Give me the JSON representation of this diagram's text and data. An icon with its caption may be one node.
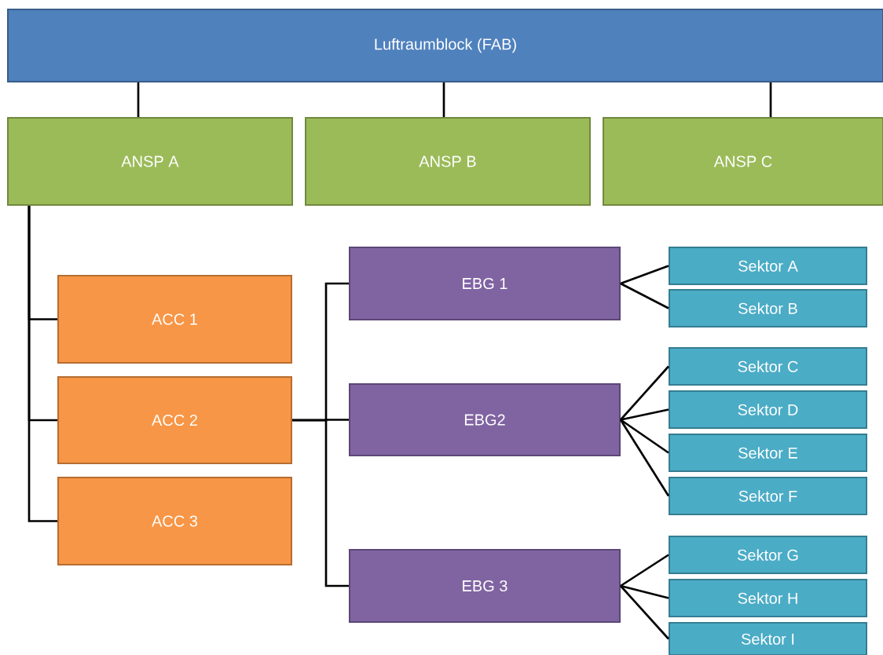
{
  "diagram": {
    "nodes": [
      {
        "text": [
          "Luftraumblock (FAB)"
        ]
      },
      {
        "text": [
          "ANSP A"
        ]
      },
      {
        "text": [
          "ANSP B"
        ]
      },
      {
        "text": [
          "ANSP C"
        ]
      },
      {
        "text": [
          "ACC 1"
        ]
      },
      {
        "text": [
          "ACC 2"
        ]
      },
      {
        "text": [
          "ACC 3"
        ]
      },
      {
        "text": [
          "EBG 1"
        ]
      },
      {
        "text": [
          "EBG2"
        ]
      },
      {
        "text": [
          "EBG 3"
        ]
      },
      {
        "text": [
          "Sektor A"
        ]
      },
      {
        "text": [
          "Sektor B"
        ]
      },
      {
        "text": [
          "Sektor C"
        ]
      },
      {
        "text": [
          "Sektor D"
        ]
      },
      {
        "text": [
          "Sektor E"
        ]
      },
      {
        "text": [
          "Sektor F"
        ]
      },
      {
        "text": [
          "Sektor G"
        ]
      },
      {
        "text": [
          "Sektor H"
        ]
      },
      {
        "text": [
          "Sektor I"
        ]
      }
    ],
    "edges": [
      {
        "from": 0,
        "to": 1,
        "arrow": "none"
      },
      {
        "from": 0,
        "to": 2,
        "arrow": "none"
      },
      {
        "from": 0,
        "to": 3,
        "arrow": "none"
      },
      {
        "from": 1,
        "to": 4,
        "arrow": "none"
      },
      {
        "from": 1,
        "to": 5,
        "arrow": "none"
      },
      {
        "from": 1,
        "to": 6,
        "arrow": "none"
      },
      {
        "from": 5,
        "to": 7,
        "arrow": "none"
      },
      {
        "from": 5,
        "to": 8,
        "arrow": "none"
      },
      {
        "from": 5,
        "to": 9,
        "arrow": "none"
      },
      {
        "from": 7,
        "to": 10,
        "arrow": "none"
      },
      {
        "from": 7,
        "to": 11,
        "arrow": "none"
      },
      {
        "from": 8,
        "to": 12,
        "arrow": "none"
      },
      {
        "from": 8,
        "to": 13,
        "arrow": "none"
      },
      {
        "from": 8,
        "to": 14,
        "arrow": "none"
      },
      {
        "from": 8,
        "to": 15,
        "arrow": "none"
      },
      {
        "from": 9,
        "to": 16,
        "arrow": "none"
      },
      {
        "from": 9,
        "to": 17,
        "arrow": "none"
      },
      {
        "from": 9,
        "to": 18,
        "arrow": "none"
      }
    ]
  }
}
